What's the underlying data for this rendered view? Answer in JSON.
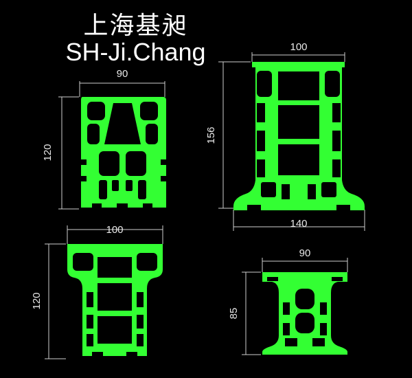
{
  "title": {
    "chinese": "上海基昶",
    "english": "SH-Ji.Chang"
  },
  "colors": {
    "background": "#000000",
    "profile": "#33ff33",
    "dimension_lines": "#d0d0d0",
    "text": "#ffffff"
  },
  "profiles": [
    {
      "id": "profile-a",
      "width_label": "90",
      "height_label": "120"
    },
    {
      "id": "profile-b",
      "width_label": "100",
      "height_label": "156",
      "base_label": "140"
    },
    {
      "id": "profile-c",
      "width_label": "100",
      "height_label": "120"
    },
    {
      "id": "profile-d",
      "width_label": "90",
      "height_label": "85"
    }
  ]
}
